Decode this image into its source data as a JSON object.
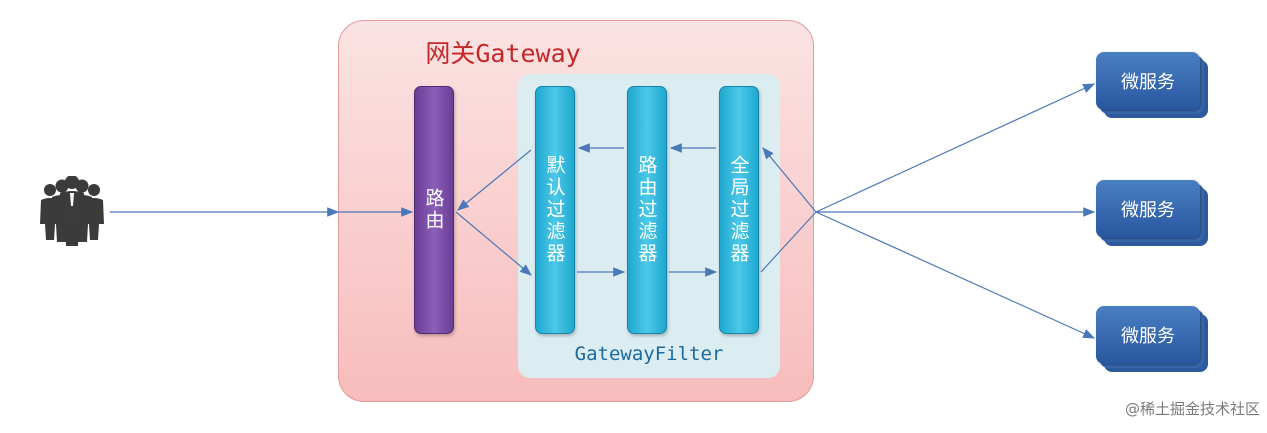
{
  "gateway": {
    "title": "网关Gateway",
    "filter_group_label": "GatewayFilter"
  },
  "nodes": {
    "route": "路由",
    "default_filter": "默认过滤器",
    "route_filter": "路由过滤器",
    "global_filter": "全局过滤器"
  },
  "services": [
    "微服务",
    "微服务",
    "微服务"
  ],
  "watermark": "@稀土掘金技术社区",
  "icons": {
    "users": "users-group-icon"
  },
  "colors": {
    "gateway_bg": "#f8bcbc",
    "title": "#c62828",
    "route_bar": "#7b4fa8",
    "filter_bar": "#35b8de",
    "service": "#2f63ad",
    "arrow": "#4a78b8"
  }
}
